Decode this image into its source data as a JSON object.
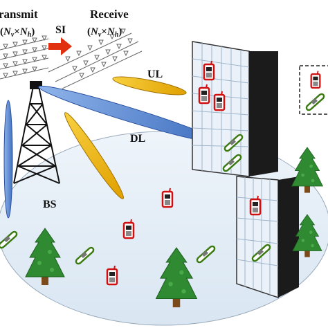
{
  "labels": {
    "transmit_title": "ransmit",
    "transmit_dims_main": "N",
    "transmit_dims_sub1": "v",
    "transmit_dims_times": "×",
    "transmit_dims_sub2": "h",
    "receive_title": "Receive",
    "si": "SI",
    "ul": "UL",
    "dl": "DL",
    "bs": "BS"
  },
  "colors": {
    "ul_beam": "#f0b800",
    "dl_beam": "#5b8fd6",
    "ground": "#e4edf6",
    "arrow": "#e03010",
    "building_window": "#dfeaf5",
    "building_dark": "#1b1b1b",
    "tree": "#2a7a2a",
    "trunk": "#7a4a1a",
    "phone_frame": "#d01010",
    "handset_frame": "#3a7a10"
  },
  "icons": [
    "base-station-tower-icon",
    "transmit-antenna-array-icon",
    "receive-antenna-array-icon",
    "mobile-phone-icon",
    "handset-icon",
    "tree-icon",
    "building-icon"
  ]
}
